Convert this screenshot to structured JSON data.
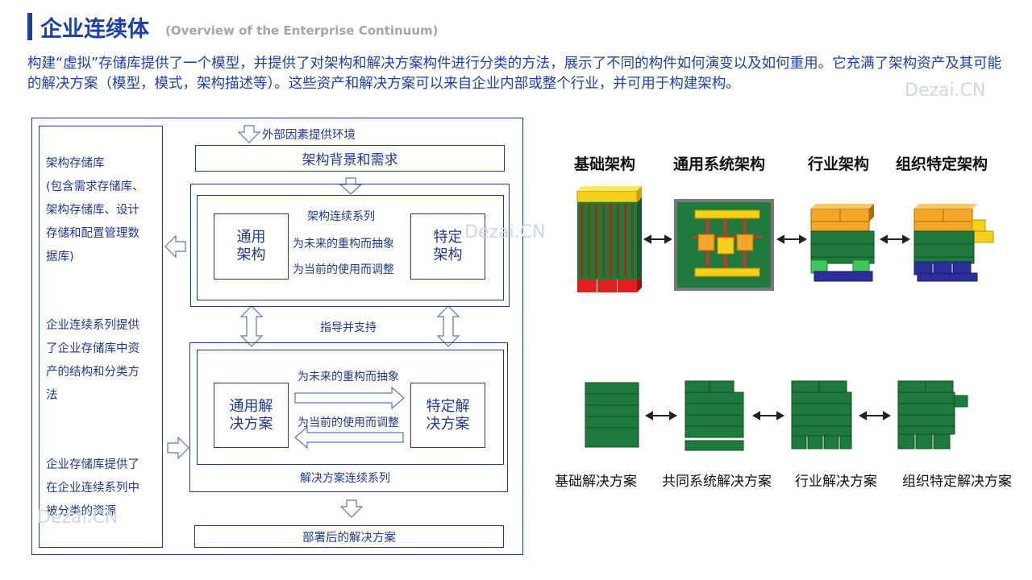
{
  "header": {
    "title": "企业连续体",
    "subtitle": "(Overview of the Enterprise Continuum)",
    "intro": "构建“虚拟”存储库提供了一个模型，并提供了对架构和解决方案构件进行分类的方法，展示了不同的构件如何演变以及如何重用。它充满了架构资产及其可能的解决方案（模型，模式，架构描述等）。这些资产和解决方案可以来自企业内部或整个行业，并可用于构建架构。"
  },
  "watermark": "Dezai.CN",
  "left_diagram": {
    "sidebar": {
      "p1": [
        "架构存储库",
        "(包含需求存储库、",
        "架构存储库、设计",
        "存储和配置管理数",
        "据库)"
      ],
      "p2": [
        "企业连续系列提供",
        "了企业存储库中资",
        "产的结构和分类方",
        "法"
      ],
      "p3": [
        "企业存储库提供了",
        "在企业连续系列中",
        "被分类的资源"
      ]
    },
    "external_factors": "外部因素提供环境",
    "arch_context": "架构背景和需求",
    "arch_continuum": {
      "title": "架构连续系列",
      "generic": "通用\n架构",
      "specific": "特定\n架构",
      "line1": "为未来的重构而抽象",
      "line2": "为当前的使用而调整"
    },
    "guide_support": "指导并支持",
    "solution_continuum": {
      "title": "解决方案连续系列",
      "generic": "通用解\n决方案",
      "specific": "特定解\n决方案",
      "line1": "为未来的重构而抽象",
      "line2": "为当前的使用而调整"
    },
    "deployed": "部署后的解决方案"
  },
  "right_diagram": {
    "arch_labels": [
      "基础架构",
      "通用系统架构",
      "行业架构",
      "组织特定架构"
    ],
    "solution_labels": [
      "基础解决方案",
      "共同系统解决方案",
      "行业解决方案",
      "组织特定解决方案"
    ]
  }
}
